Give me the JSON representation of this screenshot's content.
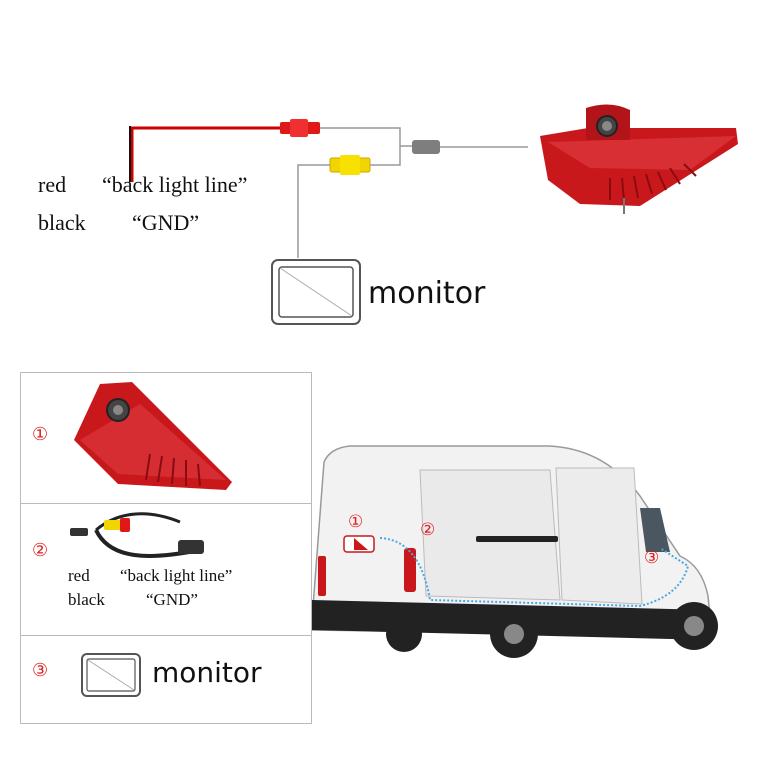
{
  "top_diagram": {
    "wire_red_color": "red",
    "wire_red_signal": "“back light line”",
    "wire_black_color": "black",
    "wire_black_signal": "“GND”",
    "monitor_label": "monitor"
  },
  "key_panel": {
    "item1_number": "①",
    "item2_number": "②",
    "item2_red_color": "red",
    "item2_red_signal": "“back light line”",
    "item2_black_color": "black",
    "item2_black_signal": "“GND”",
    "item3_number": "③",
    "item3_label": "monitor"
  },
  "van": {
    "marker1": "①",
    "marker2": "②",
    "marker3": "③"
  },
  "colors": {
    "marker_red": "#e02020",
    "route_blue": "#4aa8e0",
    "camera_red": "#c8181c",
    "connector_yellow": "#f2d400"
  }
}
